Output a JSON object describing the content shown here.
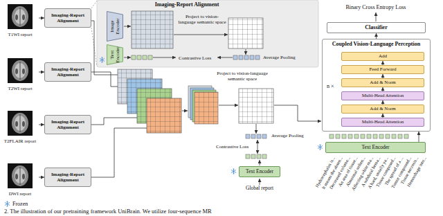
{
  "diagram": {
    "caption": "2. The illustration of our pretraining framework UniBrain. We utilize four-sequence MR",
    "nodes": [
      {
        "text": [
          "Imaging-Report Alignment"
        ]
      },
      {
        "text": [
          "Image Encoder"
        ],
        "in": 0
      },
      {
        "text": [
          "Text Encoder"
        ],
        "in": 0
      },
      {
        "text": [
          "T1WI report"
        ]
      },
      {
        "text": [
          "Imaging-Report Alignment"
        ]
      },
      {
        "text": [
          "T2WI report"
        ]
      },
      {
        "text": [
          "Imaging-Report Alignment"
        ]
      },
      {
        "text": [
          "T2FLAIR report"
        ]
      },
      {
        "text": [
          "Imaging-Report Alignment"
        ]
      },
      {
        "text": [
          "DWI report"
        ]
      },
      {
        "text": [
          "Imaging-Report Alignment"
        ]
      },
      {
        "text": [
          "Text Encoder"
        ]
      },
      {
        "text": [
          "Classifier"
        ]
      },
      {
        "text": [
          "Coupled Vision-Language Perception"
        ]
      },
      {
        "text": [
          "Add"
        ],
        "in": 13
      },
      {
        "text": [
          "Feed Forward"
        ],
        "in": 13
      },
      {
        "text": [
          "Add & Norm"
        ],
        "in": 13
      },
      {
        "text": [
          "Multi-Head Attention"
        ],
        "in": 13
      },
      {
        "text": [
          "Add & Norm"
        ],
        "in": 13
      },
      {
        "text": [
          "Multi-Head Attention"
        ],
        "in": 13
      },
      {
        "text": [
          "Text Encoder"
        ]
      }
    ],
    "edges": [
      {
        "from": 3,
        "to": 4,
        "arrow": "to"
      },
      {
        "from": 5,
        "to": 6,
        "arrow": "to"
      },
      {
        "from": 7,
        "to": 8,
        "arrow": "to"
      },
      {
        "from": 9,
        "to": 10,
        "arrow": "to"
      },
      {
        "from": 19,
        "to": 18,
        "arrow": "to"
      },
      {
        "from": 18,
        "to": 17,
        "arrow": "to"
      },
      {
        "from": 17,
        "to": 16,
        "arrow": "to"
      },
      {
        "from": 16,
        "to": 15,
        "arrow": "to"
      },
      {
        "from": 15,
        "to": 14,
        "arrow": "to"
      },
      {
        "from": 13,
        "to": 12,
        "arrow": "to"
      },
      {
        "from": 20,
        "to": 13,
        "arrow": "to"
      }
    ],
    "labels": [
      "Binary Cross Entropy Loss",
      "Project to vision-language semantic space",
      "Average Pooling",
      "Contrastive Loss",
      "Project to vision-language semantic space",
      "Average Pooling",
      "Contrastive Loss",
      "Global report",
      "n ×",
      "Hydrocephalus is...",
      "It means the absen...",
      "Decreased volume...",
      "An area of tissue...",
      "Abnormal soften...",
      "Affecting white ma...",
      "A subdural hema...",
      "A hard, usually ya...",
      "Tissue composed...",
      "The spread of a ...",
      "Tumor compound...",
      "Tissue necrosis...",
      "Hemorrhage into..."
    ],
    "legend": [
      {
        "text": "Frozen"
      }
    ]
  }
}
